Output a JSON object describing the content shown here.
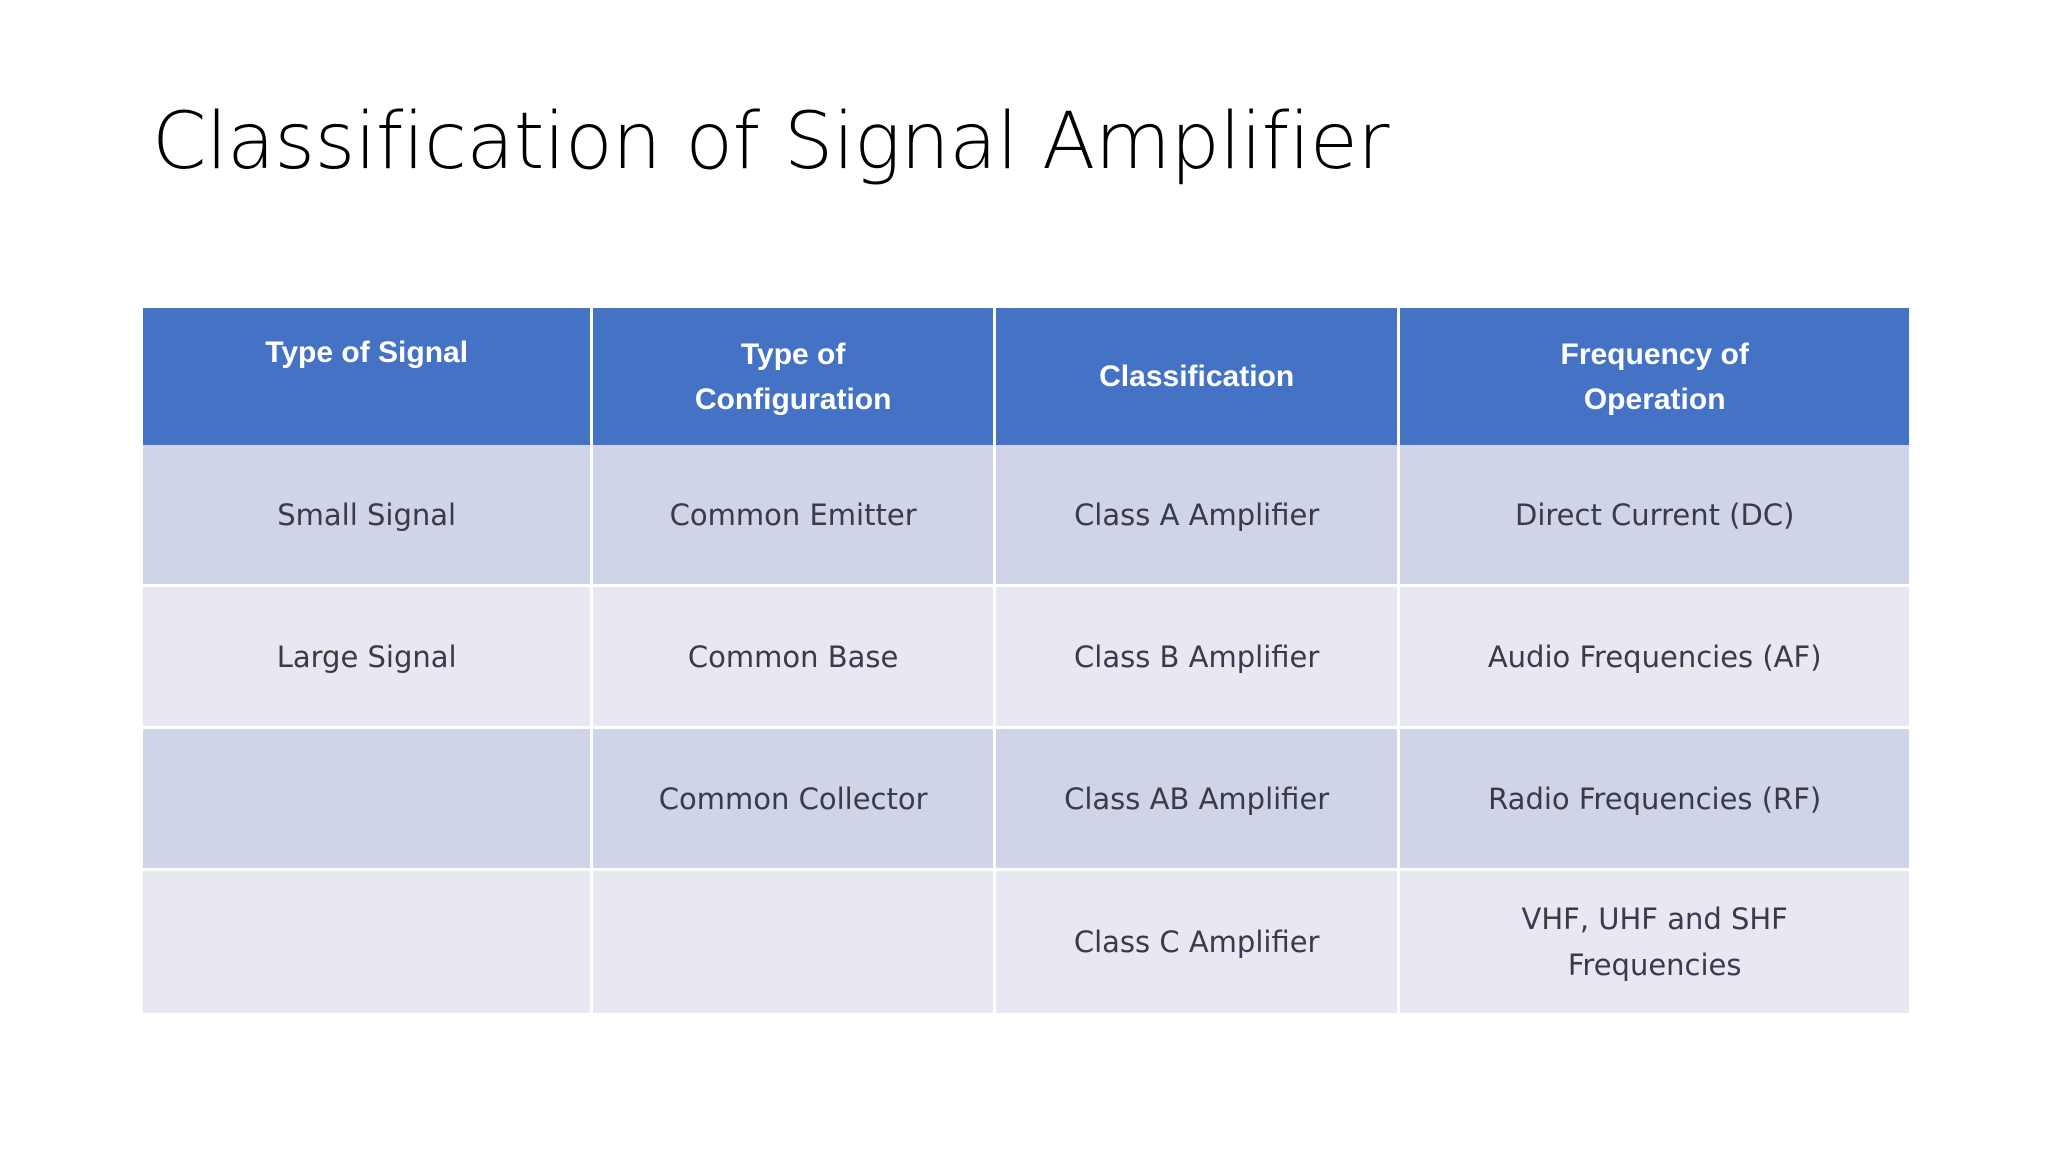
{
  "slide": {
    "title": "Classification of Signal Amplifier",
    "background_color": "#FFFFFF"
  },
  "colors": {
    "header_fill": "#4472C4",
    "header_text": "#FFFFFF",
    "row_band_dark": "#CFD4E9",
    "row_band_light": "#E8E8F3",
    "body_text": "#3A3A48",
    "grid_line": "#FFFFFF"
  },
  "table": {
    "columns": [
      {
        "label": "Type of Signal",
        "align": "top"
      },
      {
        "label": "Type of\nConfiguration",
        "line1": "Type of",
        "line2": "Configuration",
        "align": "middle"
      },
      {
        "label": "Classification",
        "align": "middle"
      },
      {
        "label": "Frequency of\nOperation",
        "line1": "Frequency of",
        "line2": "Operation",
        "align": "middle"
      }
    ],
    "rows": [
      {
        "band": "dark",
        "cells": [
          "Small Signal",
          "Common Emitter",
          "Class A Amplifier",
          "Direct Current (DC)"
        ]
      },
      {
        "band": "light",
        "cells": [
          "Large Signal",
          "Common Base",
          "Class B Amplifier",
          "Audio Frequencies (AF)"
        ]
      },
      {
        "band": "dark",
        "cells": [
          "",
          "Common Collector",
          "Class AB Amplifier",
          "Radio Frequencies (RF)"
        ]
      },
      {
        "band": "light",
        "cells": [
          "",
          "",
          "Class C Amplifier",
          "VHF, UHF and SHF Frequencies"
        ],
        "cell4_line1": "VHF, UHF and SHF",
        "cell4_line2": "Frequencies"
      }
    ]
  }
}
